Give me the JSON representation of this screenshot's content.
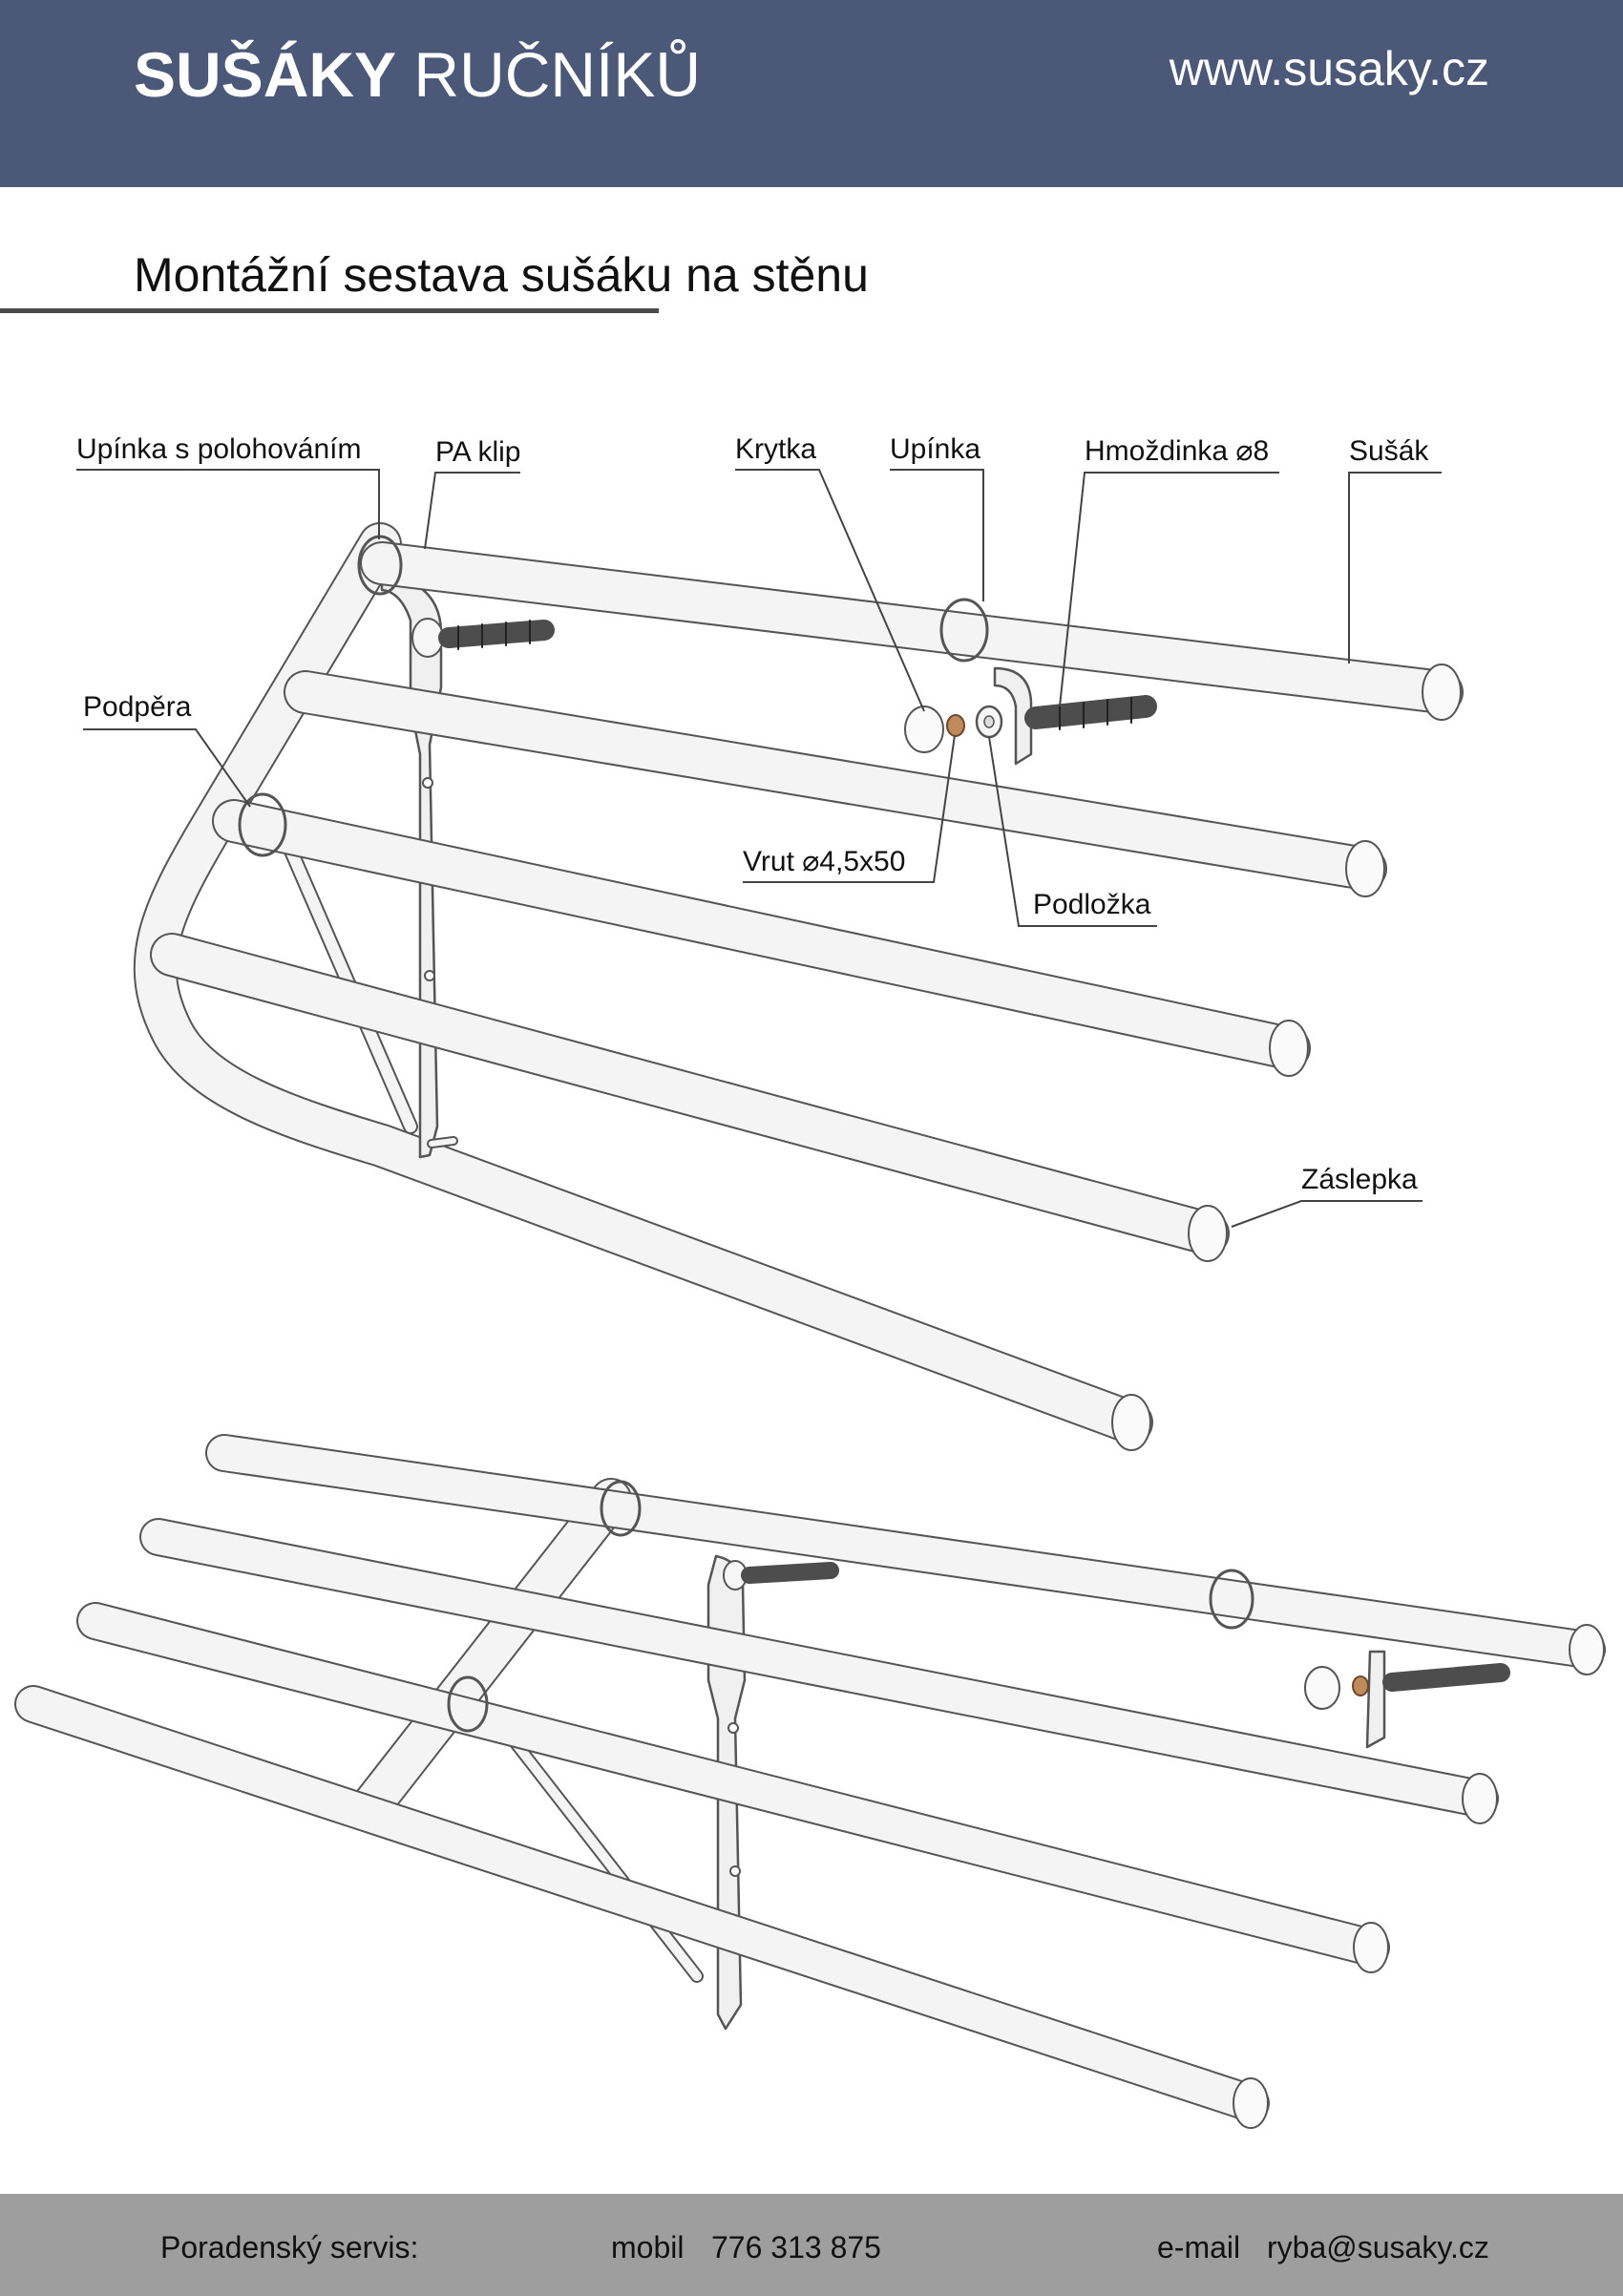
{
  "header": {
    "brand_bold": "SUŠÁKY",
    "brand_regular": "RUČNÍKŮ",
    "url": "www.susaky.cz",
    "background": "#4b5878"
  },
  "page_title": "Montážní sestava sušáku na stěnu",
  "callouts": {
    "upinka_polohovani": "Upínka s polohováním",
    "pa_klip": "PA klip",
    "krytka": "Krytka",
    "upinka": "Upínka",
    "hmozdinka": "Hmoždinka ⌀8",
    "susak": "Sušák",
    "podpera": "Podpěra",
    "vrut": "Vrut ⌀4,5x50",
    "podlozka": "Podložka",
    "zaslepka": "Záslepka"
  },
  "footer": {
    "service_label": "Poradenský servis:",
    "mobile_label": "mobil",
    "mobile_number": "776 313 875",
    "email_label": "e-mail",
    "email": "ryba@susaky.cz",
    "background": "#9e9e9e"
  },
  "colors": {
    "tube_fill": "#f4f4f4",
    "tube_outline": "#555555",
    "dowel": "#4d4d4d",
    "screw": "#c08a5a"
  }
}
